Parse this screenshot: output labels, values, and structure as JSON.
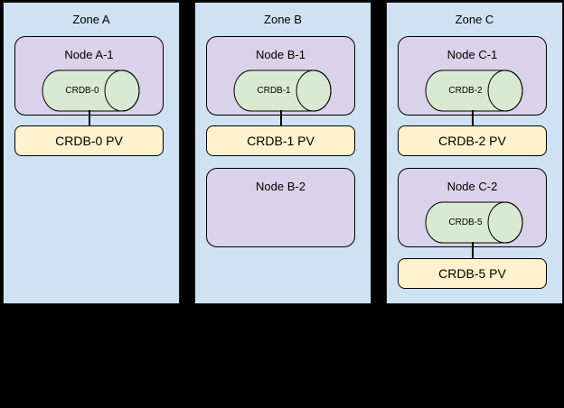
{
  "diagram": {
    "zones": [
      {
        "label": "Zone A",
        "nodes": [
          {
            "label": "Node A-1",
            "cylinder": "CRDB-0",
            "pv": "CRDB-0 PV"
          }
        ]
      },
      {
        "label": "Zone B",
        "nodes": [
          {
            "label": "Node B-1",
            "cylinder": "CRDB-1",
            "pv": "CRDB-1 PV"
          },
          {
            "label": "Node B-2"
          }
        ]
      },
      {
        "label": "Zone C",
        "nodes": [
          {
            "label": "Node C-1",
            "cylinder": "CRDB-2",
            "pv": "CRDB-2 PV"
          },
          {
            "label": "Node C-2",
            "cylinder": "CRDB-5",
            "pv": "CRDB-5 PV"
          }
        ]
      }
    ],
    "colors": {
      "background": "#000000",
      "zone_fill": "#cfe2f3",
      "zone_stroke": "#1a1a1a",
      "node_fill": "#d9d2e9",
      "cylinder_fill": "#d9ead3",
      "pv_fill": "#fff2cc",
      "stroke": "#000000"
    }
  }
}
